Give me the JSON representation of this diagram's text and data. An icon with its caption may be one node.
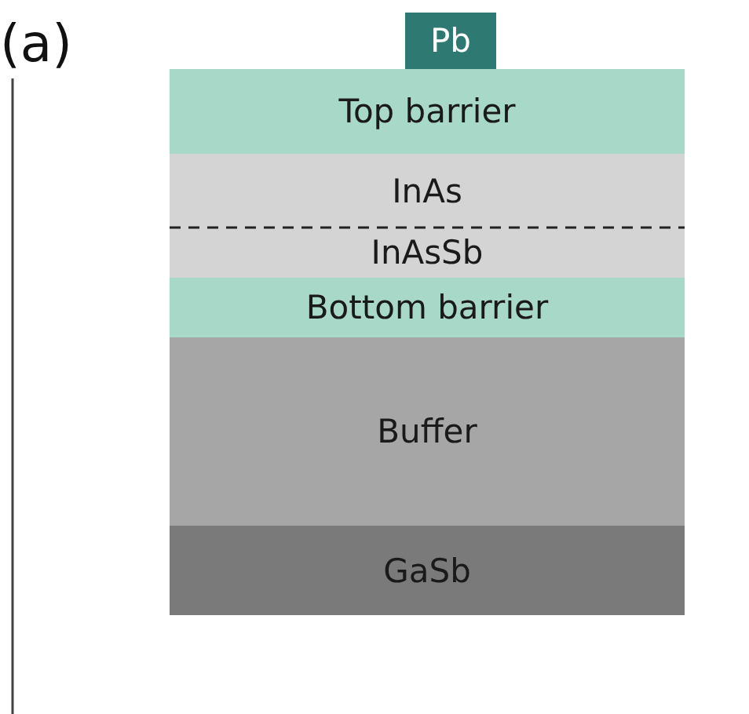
{
  "diagram": {
    "nodes": [
      {
        "text": [
          "Pb"
        ]
      },
      {
        "text": [
          "Top barrier"
        ]
      },
      {
        "text": [
          "InAs"
        ]
      },
      {
        "text": [
          "InAsSb"
        ]
      },
      {
        "text": [
          "Bottom barrier"
        ]
      },
      {
        "text": [
          "Buffer"
        ]
      },
      {
        "text": [
          "GaSb"
        ]
      }
    ],
    "labels": [
      "(a)"
    ]
  }
}
